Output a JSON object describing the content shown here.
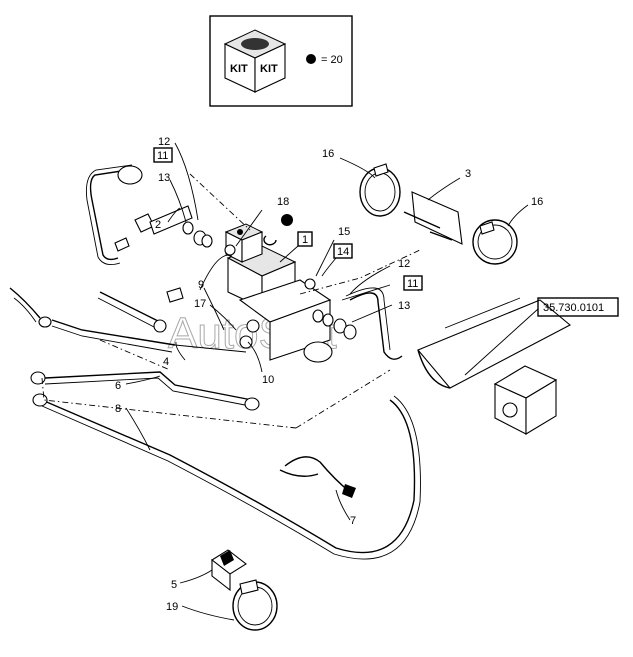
{
  "kit_legend": {
    "kit_text": "KIT",
    "dot_equals": "= 20"
  },
  "reference_box": "35.730.0101",
  "watermark": "AutoSoft",
  "callouts": {
    "c1": "1",
    "c2": "2",
    "c3": "3",
    "c4": "4",
    "c5": "5",
    "c6": "6",
    "c7": "7",
    "c8": "8",
    "c9": "9",
    "c10": "10",
    "c11a": "11",
    "c11b": "11",
    "c12a": "12",
    "c12b": "12",
    "c13a": "13",
    "c13b": "13",
    "c14": "14",
    "c15": "15",
    "c16a": "16",
    "c16b": "16",
    "c17": "17",
    "c18": "18",
    "c19": "19"
  }
}
